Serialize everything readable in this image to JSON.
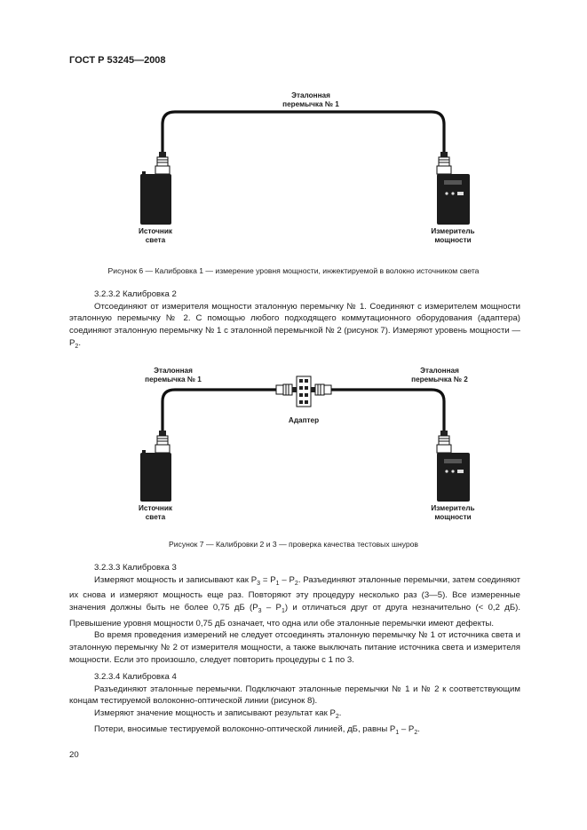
{
  "header": {
    "doc_id": "ГОСТ Р 53245—2008"
  },
  "figure6": {
    "cable_label": [
      "Эталонная",
      "перемычка № 1"
    ],
    "source_label": [
      "Источник",
      "света"
    ],
    "meter_label": [
      "Измеритель",
      "мощности"
    ],
    "caption": "Рисунок 6 — Калибровка 1 — измерение уровня мощности, инжектируемой в волокно источником света"
  },
  "section_3232": {
    "heading": "3.2.3.2 Калибровка 2",
    "text_a": "Отсоединяют от измерителя мощности эталонную перемычку № 1. Соединяют с измерителем мощности эталонную перемычку № 2. С помощью любого подходящего коммутационного оборудования (адаптера) соединяют эталонную перемычку № 1 с эталонной перемычкой № 2 (рисунок 7). Измеряют уровень мощности — P",
    "sub_a": "2",
    "text_b": "."
  },
  "figure7": {
    "left_cable_label": [
      "Эталонная",
      "перемычка № 1"
    ],
    "right_cable_label": [
      "Эталонная",
      "перемычка № 2"
    ],
    "adapter_label": "Адаптер",
    "source_label": [
      "Источник",
      "света"
    ],
    "meter_label": [
      "Измеритель",
      "мощности"
    ],
    "caption": "Рисунок 7 — Калибровки 2 и 3 — проверка качества тестовых шнуров"
  },
  "section_3233": {
    "heading": "3.2.3.3 Калибровка 3",
    "p1_a": "Измеряют мощность и записывают как P",
    "p1_s1": "3",
    "p1_b": " = P",
    "p1_s2": "1",
    "p1_c": " – P",
    "p1_s3": "2",
    "p1_d": ". Разъединяют эталонные перемычки, затем соединяют их снова и измеряют мощность еще раз. Повторяют эту процедуру несколько раз (3—5). Все измеренные значения должны быть не более 0,75 дБ (P",
    "p1_s4": "3",
    "p1_e": " – P",
    "p1_s5": "1",
    "p1_f": ") и отличаться друг от друга незначительно (< 0,2 дБ). Превышение уровня мощности 0,75 дБ означает, что одна или обе эталонные перемычки имеют дефекты.",
    "p2": "Во время проведения измерений не следует отсоединять эталонную перемычку № 1 от источника света и эталонную перемычку № 2 от измерителя мощности, а также выключать питание источника света и измерителя мощности. Если это произошло, следует повторить процедуры с 1 по 3."
  },
  "section_3234": {
    "heading": "3.2.3.4 Калибровка 4",
    "p1": "Разъединяют эталонные перемычки. Подключают эталонные перемычки № 1 и № 2 к соответствующим концам тестируемой волоконно-оптической линии (рисунок 8).",
    "p2_a": "Измеряют значение мощность и записывают результат как P",
    "p2_s": "2",
    "p2_b": ".",
    "p3_a": "Потери, вносимые тестируемой волоконно-оптической линией, дБ, равны P",
    "p3_s1": "1",
    "p3_b": " – P",
    "p3_s2": "2",
    "p3_c": "."
  },
  "footer": {
    "page_number": "20"
  }
}
